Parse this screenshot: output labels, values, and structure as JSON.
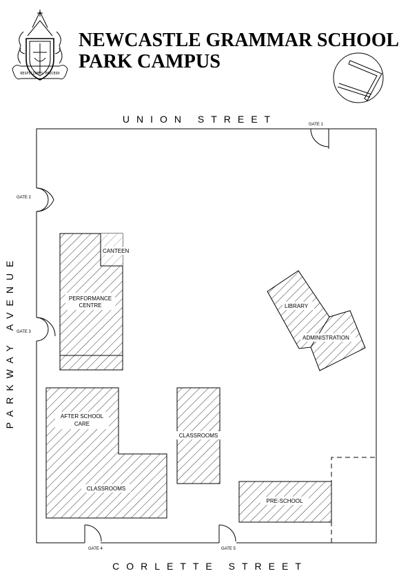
{
  "header": {
    "title_line1": "NEWCASTLE GRAMMAR SCHOOL",
    "title_line2": "PARK CAMPUS",
    "crest_motto": "RESPICIAMUS PROCEDO"
  },
  "streets": {
    "north": "UNION STREET",
    "south": "CORLETTE STREET",
    "west": "PARKWAY AVENUE"
  },
  "gates": {
    "gate1": "GATE 1",
    "gate2": "GATE 2",
    "gate3": "GATE 3",
    "gate4": "GATE 4",
    "gate5": "GATE 5"
  },
  "buildings": {
    "canteen": "CANTEEN",
    "performance_line1": "PERFORMANCE",
    "performance_line2": "CENTRE",
    "library": "LIBRARY",
    "administration": "ADMINISTRATION",
    "after_school_line1": "AFTER SCHOOL",
    "after_school_line2": "CARE",
    "classrooms_mid": "CLASSROOMS",
    "classrooms_lower": "CLASSROOMS",
    "preschool": "PRE-SCHOOL"
  },
  "icons": {
    "crest": "school-crest-icon",
    "north_arrow": "north-arrow-icon"
  },
  "colors": {
    "line": "#000000",
    "background": "#ffffff"
  }
}
